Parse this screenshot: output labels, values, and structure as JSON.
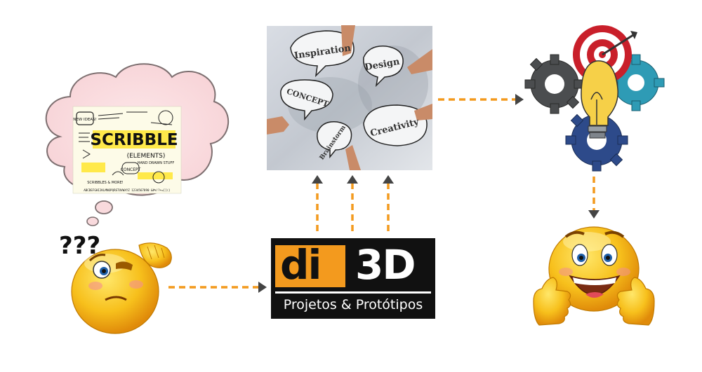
{
  "logo": {
    "main_left": "di",
    "main_right": "3D",
    "subtitle": "Projetos & Protótipos"
  },
  "brainstorm": {
    "labels": [
      "Inspiration",
      "Design",
      "CONCEPT",
      "Brainstorm",
      "Creativity"
    ]
  },
  "doodle": {
    "main_word": "SCRIBBLE",
    "elements_word": "(ELEMENTS)",
    "new_ideas": "NEW IDEAS!",
    "concept": "CONCEPT",
    "hand_drawn": "HAND DRAWN STUFF",
    "scribbles_more": "SCRIBBLES & MORE!",
    "alphabet": "ABCDEFGHIJKLMNOPQRSTUVWXYZ 1234567890 &#%!?+=[]()"
  },
  "confused": {
    "marks": "???"
  },
  "colors": {
    "arrow": "#f39a1e",
    "arrowhead": "#444444",
    "logo_orange": "#f39a1e",
    "logo_bg": "#111111",
    "emoji": "#f7c01c"
  }
}
